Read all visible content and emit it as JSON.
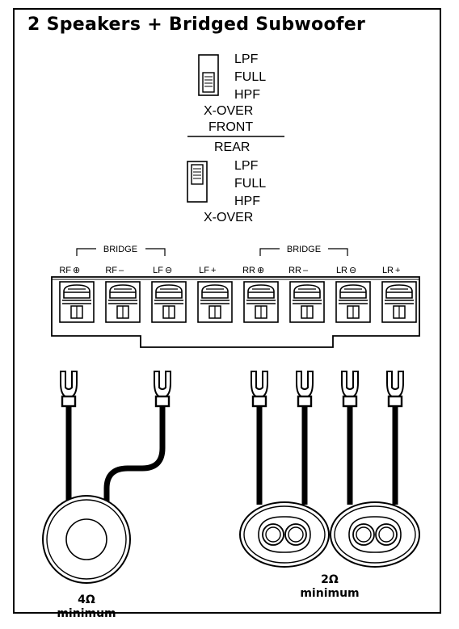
{
  "title": "2 Speakers + Bridged Subwoofer",
  "front_switch": {
    "options": [
      "LPF",
      "FULL",
      "HPF"
    ],
    "label": "X-OVER"
  },
  "divider": {
    "top": "FRONT",
    "bottom": "REAR"
  },
  "rear_switch": {
    "options": [
      "LPF",
      "FULL",
      "HPF"
    ],
    "label": "X-OVER"
  },
  "bridge_labels": [
    "BRIDGE",
    "BRIDGE"
  ],
  "terminals": [
    "RF",
    "RF",
    "LF",
    "LF",
    "RR",
    "RR",
    "LR",
    "LR"
  ],
  "polarity": [
    "⊕",
    "–",
    "⊖",
    "+",
    "⊕",
    "–",
    "⊖",
    "+"
  ],
  "subwoofer_rating": {
    "value": "4Ω",
    "note": "minimum"
  },
  "speakers_rating": {
    "value": "2Ω",
    "note": "minimum"
  },
  "icons": [
    "switch-icon",
    "terminal-screw-icon",
    "spade-connector-icon",
    "subwoofer-icon",
    "oval-speaker-icon"
  ]
}
